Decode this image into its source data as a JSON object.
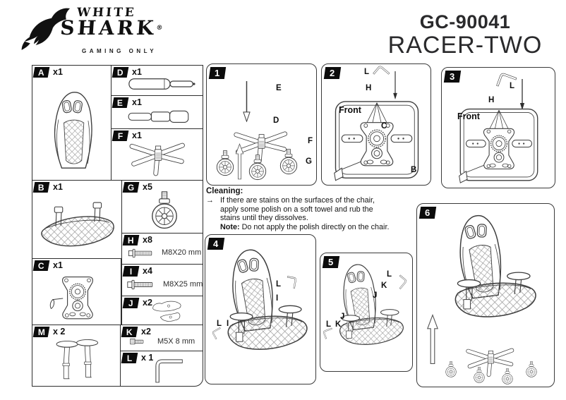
{
  "logo": {
    "brand_top": "WHITE",
    "brand_bottom": "SHARK",
    "registered": "®",
    "tagline": "GAMING ONLY"
  },
  "header": {
    "model": "GC-90041",
    "product": "RACER-TWO"
  },
  "parts": {
    "A": {
      "id": "A",
      "qty": "x1"
    },
    "B": {
      "id": "B",
      "qty": "x1"
    },
    "C": {
      "id": "C",
      "qty": "x1"
    },
    "D": {
      "id": "D",
      "qty": "x1"
    },
    "E": {
      "id": "E",
      "qty": "x1"
    },
    "F": {
      "id": "F",
      "qty": "x1"
    },
    "G": {
      "id": "G",
      "qty": "x5"
    },
    "H": {
      "id": "H",
      "qty": "x8",
      "size": "M8X20 mm"
    },
    "I": {
      "id": "I",
      "qty": "x4",
      "size": "M8X25 mm"
    },
    "J": {
      "id": "J",
      "qty": "x2"
    },
    "K": {
      "id": "K",
      "qty": "x2",
      "size": "M5X 8  mm"
    },
    "L": {
      "id": "L",
      "qty": "x 1"
    },
    "M": {
      "id": "M",
      "qty": "x 2"
    }
  },
  "steps": {
    "s1": {
      "num": "1",
      "label_e": "E",
      "label_d": "D",
      "label_f": "F",
      "label_g": "G"
    },
    "s2": {
      "num": "2",
      "front": "Front",
      "label_l": "L",
      "label_h": "H",
      "label_c": "C",
      "label_b": "B"
    },
    "s3": {
      "num": "3",
      "front": "Front",
      "label_l": "L",
      "label_h": "H"
    },
    "s4": {
      "num": "4",
      "label_l_right": "L",
      "label_i_right": "I",
      "label_l_left": "L",
      "label_i_left": "I"
    },
    "s5": {
      "num": "5",
      "label_l_right": "L",
      "label_k_right": "K",
      "label_j_right": "J",
      "label_j_left": "J",
      "label_l_left": "L",
      "label_k_left": "K"
    },
    "s6": {
      "num": "6"
    }
  },
  "cleaning": {
    "heading": "Cleaning:",
    "bullet": "→",
    "line1": "If there are stains on the surfaces of the chair,",
    "line2": "apply some polish on a soft towel and rub the",
    "line3": "stains until they dissolves.",
    "note_label": "Note:",
    "note": " Do not apply the polish directly on the chair."
  }
}
